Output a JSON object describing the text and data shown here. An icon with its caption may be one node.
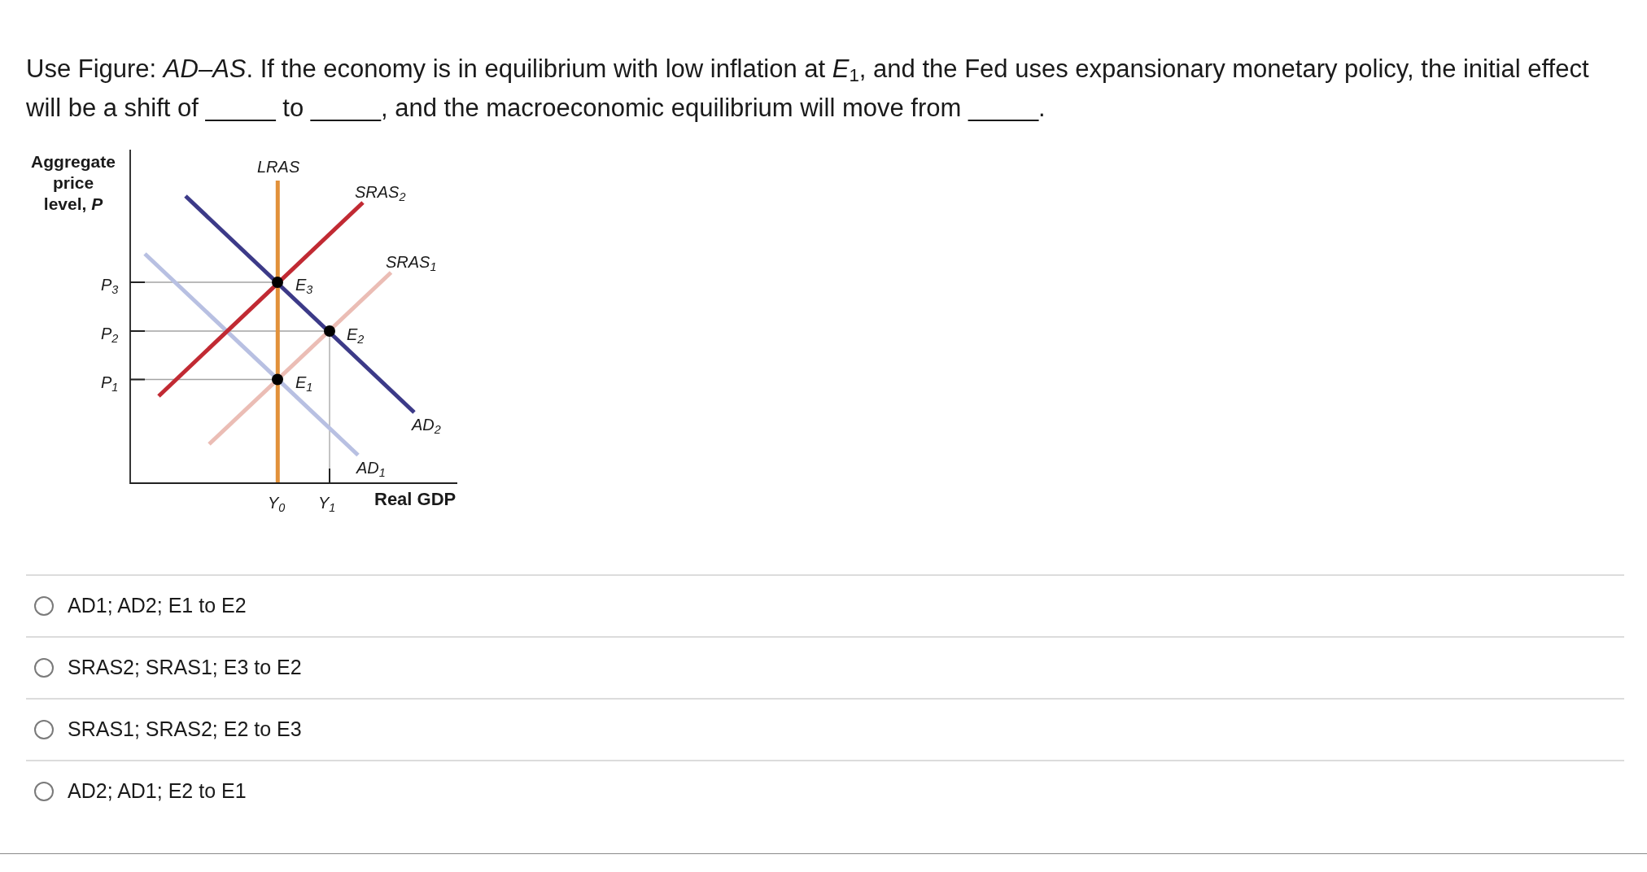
{
  "diagram": {
    "title": "Use Figure: *AD–AS*. If the economy is in equilibrium with low inflation at *E*$_{1}$, and the Fed uses expansionary monetary policy, the initial effect will be a shift of _____ to _____, and the macroeconomic equilibrium will move from _____.",
    "labels": [
      "Aggregate price level, *P*",
      "LRAS",
      "SRAS$_{2}$",
      "SRAS$_{1}$",
      "P$_{3}$",
      "E$_{3}$",
      "P$_{2}$",
      "E$_{2}$",
      "P$_{1}$",
      "E$_{1}$",
      "AD$_{2}$",
      "AD$_{1}$",
      "Y$_{0}$",
      "Y$_{1}$",
      "Real GDP",
      "AD1; AD2; E1 to E2",
      "SRAS2; SRAS1; E3 to E2",
      "SRAS1; SRAS2; E2 to E3",
      "AD2; AD1; E2 to E1"
    ]
  }
}
